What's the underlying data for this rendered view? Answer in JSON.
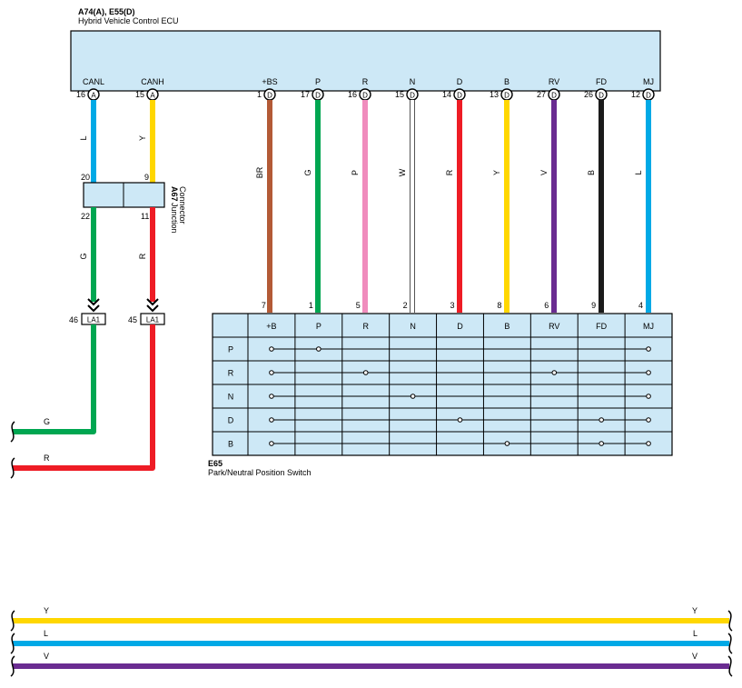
{
  "colors": {
    "box_fill": "#cde8f6",
    "L": "#00a9e6",
    "Y": "#ffd700",
    "G": "#00a651",
    "R": "#ee1c25",
    "BR": "#b35a36",
    "P": "#f08cbd",
    "W": "#ffffff",
    "V": "#6a2c91",
    "B": "#1a1a1a"
  },
  "ecu": {
    "code": "A74(A), E55(D)",
    "title": "Hybrid Vehicle Control ECU",
    "pins": [
      {
        "label": "CANL",
        "num": "16",
        "conn": "A"
      },
      {
        "label": "CANH",
        "num": "15",
        "conn": "A"
      },
      {
        "label": "+BS",
        "num": "1",
        "conn": "D"
      },
      {
        "label": "P",
        "num": "17",
        "conn": "D"
      },
      {
        "label": "R",
        "num": "16",
        "conn": "D"
      },
      {
        "label": "N",
        "num": "15",
        "conn": "D"
      },
      {
        "label": "D",
        "num": "14",
        "conn": "D"
      },
      {
        "label": "B",
        "num": "13",
        "conn": "D"
      },
      {
        "label": "RV",
        "num": "27",
        "conn": "D"
      },
      {
        "label": "FD",
        "num": "26",
        "conn": "D"
      },
      {
        "label": "MJ",
        "num": "12",
        "conn": "D"
      }
    ]
  },
  "wires_upper": [
    "L",
    "Y",
    "BR",
    "G",
    "P",
    "W",
    "R",
    "Y",
    "V",
    "B",
    "L"
  ],
  "junction": {
    "code": "A67",
    "name_line1": "Junction",
    "name_line2": "Connector",
    "pins_top": [
      "20",
      "9"
    ],
    "pins_bottom": [
      "22",
      "11"
    ]
  },
  "wires_lower": [
    "G",
    "R"
  ],
  "la_connectors": [
    {
      "num": "46",
      "label": "LA1"
    },
    {
      "num": "45",
      "label": "LA1"
    }
  ],
  "left_leads": [
    "G",
    "R"
  ],
  "switch": {
    "code": "E65",
    "title": "Park/Neutral Position Switch",
    "pin_nums": [
      "7",
      "1",
      "5",
      "2",
      "3",
      "8",
      "6",
      "9",
      "4"
    ],
    "columns": [
      "+B",
      "P",
      "R",
      "N",
      "D",
      "B",
      "RV",
      "FD",
      "MJ"
    ],
    "rows": [
      {
        "label": "P",
        "connected": [
          "+B",
          "P",
          "MJ"
        ]
      },
      {
        "label": "R",
        "connected": [
          "+B",
          "R",
          "RV",
          "MJ"
        ]
      },
      {
        "label": "N",
        "connected": [
          "+B",
          "N",
          "MJ"
        ]
      },
      {
        "label": "D",
        "connected": [
          "+B",
          "D",
          "FD",
          "MJ"
        ]
      },
      {
        "label": "B",
        "connected": [
          "+B",
          "B",
          "FD",
          "MJ"
        ]
      }
    ]
  },
  "bottom_wires": [
    {
      "color": "Y",
      "left_label": "Y",
      "right_label": "Y"
    },
    {
      "color": "L",
      "left_label": "L",
      "right_label": "L"
    },
    {
      "color": "V",
      "left_label": "V",
      "right_label": "V"
    }
  ]
}
